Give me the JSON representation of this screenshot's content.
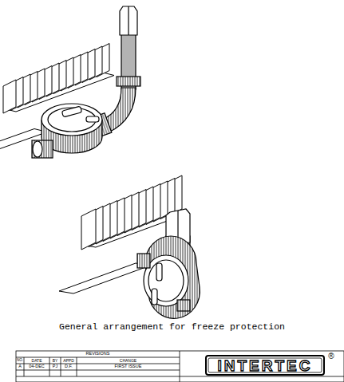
{
  "diagram": {
    "caption": "General arrangement for freeze protection",
    "labels": [
      "REVISIONS",
      "NO.",
      "DATE",
      "BY",
      "APPD",
      "CHANGE",
      "A",
      "04-DEC",
      "PJ",
      "D.F.",
      "FIRST ISSUE",
      "INTERTEC",
      "®"
    ]
  }
}
